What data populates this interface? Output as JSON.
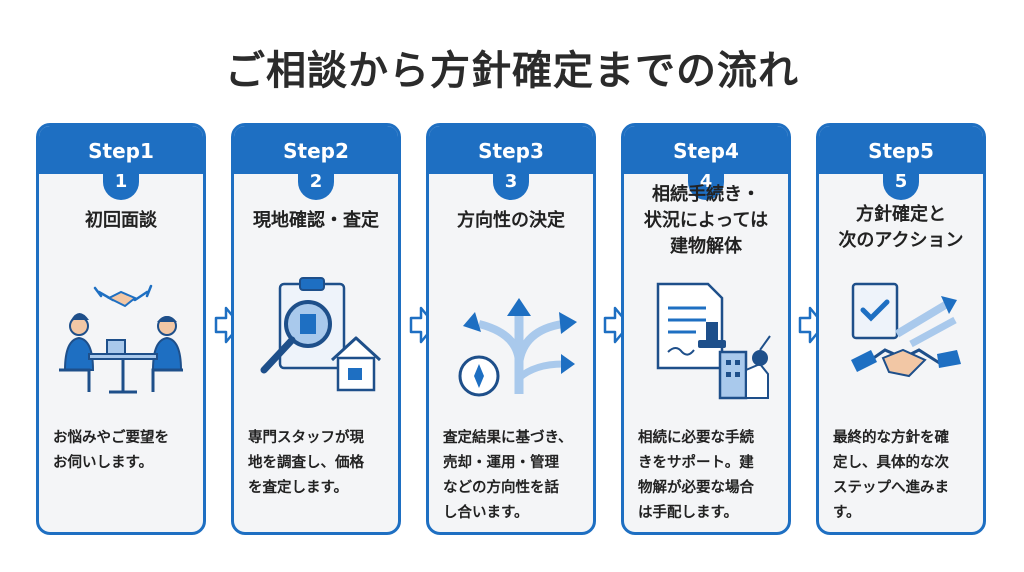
{
  "title": "ご相談から方針確定までの流れ",
  "steps": [
    {
      "head": "Step1",
      "num": "1",
      "label": "初回面談",
      "desc": "お悩みやご要望を\nお伺いします。",
      "icon": "handshake-meeting-icon"
    },
    {
      "head": "Step2",
      "num": "2",
      "label": "現地確認・査定",
      "desc": "専門スタッフが現\n地を調査し、価格\nを査定します。",
      "icon": "inspection-magnifier-house-icon"
    },
    {
      "head": "Step3",
      "num": "3",
      "label": "方向性の決定",
      "desc": "査定結果に基づき、\n売却・運用・管理\nなどの方向性を話\nし合います。",
      "icon": "direction-arrows-compass-icon"
    },
    {
      "head": "Step4",
      "num": "4",
      "label": "相続手続き・\n状況によっては\n建物解体",
      "desc": "相続に必要な手続\nきをサポート。建\n物解が必要な場合\nは手配します。",
      "icon": "document-stamp-demolition-icon"
    },
    {
      "head": "Step5",
      "num": "5",
      "label": "方針確定と\n次のアクション",
      "desc": "最終的な方針を確\n定し、具体的な次\nステップへ進みま\nす。",
      "icon": "checklist-handshake-icon"
    }
  ],
  "colors": {
    "accent": "#1e6fc2",
    "card_bg": "#f4f5f7",
    "icon_light": "#a9c9ec"
  }
}
